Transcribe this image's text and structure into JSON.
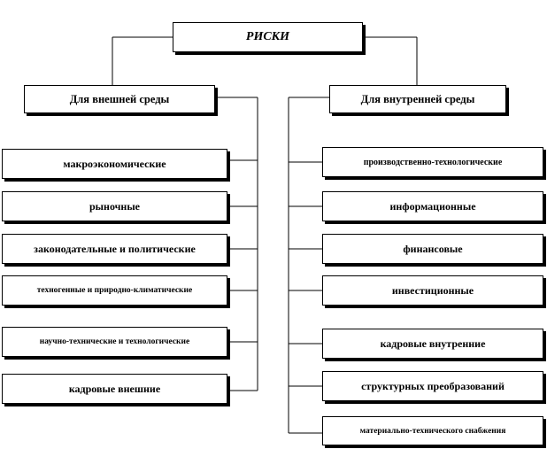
{
  "root": {
    "label": "РИСКИ"
  },
  "external": {
    "label": "Для внешней среды",
    "items": [
      "макроэкономические",
      "рыночные",
      "законодательные и политические",
      "техногенные  и природно-климатические",
      "научно-технические  и технологические",
      "кадровые внешние"
    ]
  },
  "internal": {
    "label": "Для внутренней среды",
    "items": [
      "производственно-технологические",
      "информационные",
      "финансовые",
      "инвестиционные",
      "кадровые внутренние",
      "структурных  преобразований",
      "материально-технического  снабжения"
    ]
  }
}
